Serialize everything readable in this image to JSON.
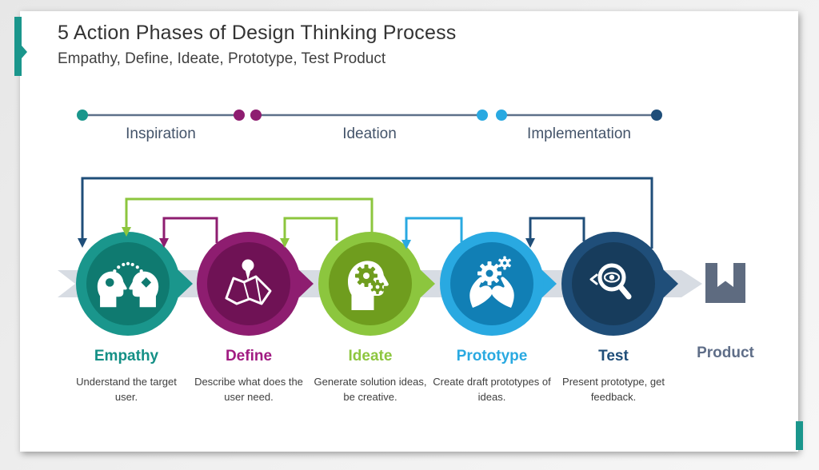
{
  "page": {
    "title": "5 Action Phases of Design Thinking Process",
    "subtitle": "Empathy, Define, Ideate, Prototype, Test Product"
  },
  "timeline": {
    "phases": [
      {
        "label": "Inspiration",
        "start_dot_color": "#1A968C",
        "end_dot_color": "#8E1D70"
      },
      {
        "label": "Ideation",
        "start_dot_color": "#8E1D70",
        "end_dot_color": "#29A9E1"
      },
      {
        "label": "Implementation",
        "start_dot_color": "#29A9E1",
        "end_dot_color": "#1F4E79"
      }
    ],
    "line_color": "#5D7089",
    "label_color": "#44546A"
  },
  "steps": [
    {
      "label": "Empathy",
      "description": "Understand the target user.",
      "color": "#1A968C",
      "inner_color": "#0F7A70",
      "icon": "two-heads-empathy-icon"
    },
    {
      "label": "Define",
      "description": "Describe what does the user need.",
      "color": "#8E1D70",
      "inner_color": "#6F1255",
      "icon": "map-pin-icon"
    },
    {
      "label": "Ideate",
      "description": "Generate solution ideas, be creative.",
      "color": "#8CC63E",
      "inner_color": "#6F9D1E",
      "icon": "head-gears-icon"
    },
    {
      "label": "Prototype",
      "description": "Create draft prototypes of ideas.",
      "color": "#29A9E1",
      "inner_color": "#117FB5",
      "icon": "hands-gears-icon"
    },
    {
      "label": "Test",
      "description": "Present prototype, get feedback.",
      "color": "#1F4E79",
      "inner_color": "#173C5C",
      "icon": "magnifier-eye-icon"
    }
  ],
  "product": {
    "label": "Product",
    "box_color": "#5E6B80",
    "icon": "bookmark-icon",
    "label_color": "#5F6E88"
  },
  "feedback_arrows": [
    {
      "from": "Test",
      "to": "Empathy",
      "color": "#1F4E79"
    },
    {
      "from": "Ideate",
      "to": "Empathy",
      "color": "#8CC63E"
    },
    {
      "from": "Define",
      "to": "Empathy",
      "color": "#8E1D70"
    },
    {
      "from": "Ideate",
      "to": "Define",
      "color": "#8CC63E"
    },
    {
      "from": "Prototype",
      "to": "Ideate",
      "color": "#29A9E1"
    },
    {
      "from": "Test",
      "to": "Prototype",
      "color": "#1F4E79"
    }
  ],
  "band_color": "#D7DCE3",
  "accent_color": "#1A968C"
}
